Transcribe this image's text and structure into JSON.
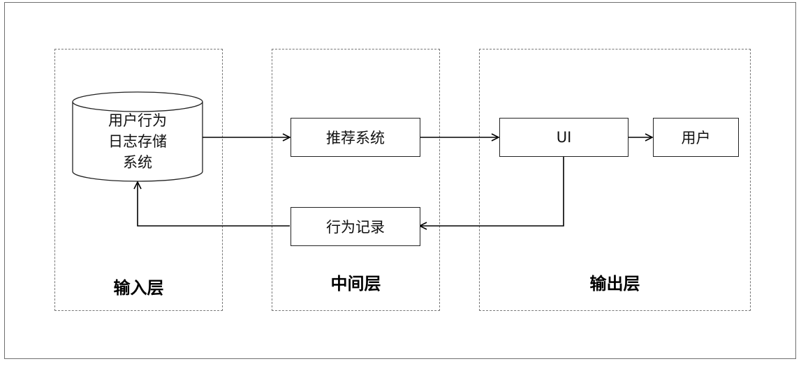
{
  "layers": {
    "input": {
      "title": "输入层"
    },
    "middle": {
      "title": "中间层"
    },
    "output": {
      "title": "输出层"
    }
  },
  "nodes": {
    "log_storage": {
      "lines": [
        "用户行为",
        "日志存储",
        "系统"
      ]
    },
    "recommender": {
      "label": "推荐系统"
    },
    "behavior_record": {
      "label": "行为记录"
    },
    "ui": {
      "label": "UI"
    },
    "user": {
      "label": "用户"
    }
  }
}
